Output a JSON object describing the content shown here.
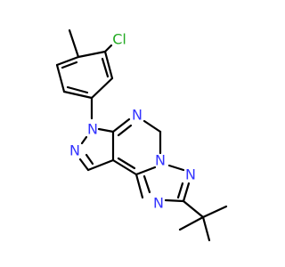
{
  "molecule": {
    "atoms": [
      {
        "id": "n_pyrazole_aryl",
        "symbol": "N",
        "color": "#3333ff"
      },
      {
        "id": "n_pyrazole",
        "symbol": "N",
        "color": "#3333ff"
      },
      {
        "id": "n_pyrimidine",
        "symbol": "N",
        "color": "#3333ff"
      },
      {
        "id": "n_bridge",
        "symbol": "N",
        "color": "#3333ff"
      },
      {
        "id": "n_triazole_top",
        "symbol": "N",
        "color": "#3333ff"
      },
      {
        "id": "n_triazole_bottom",
        "symbol": "N",
        "color": "#3333ff"
      },
      {
        "id": "cl",
        "symbol": "Cl",
        "color": "#22aa22"
      }
    ],
    "bond_color": "#000000"
  }
}
